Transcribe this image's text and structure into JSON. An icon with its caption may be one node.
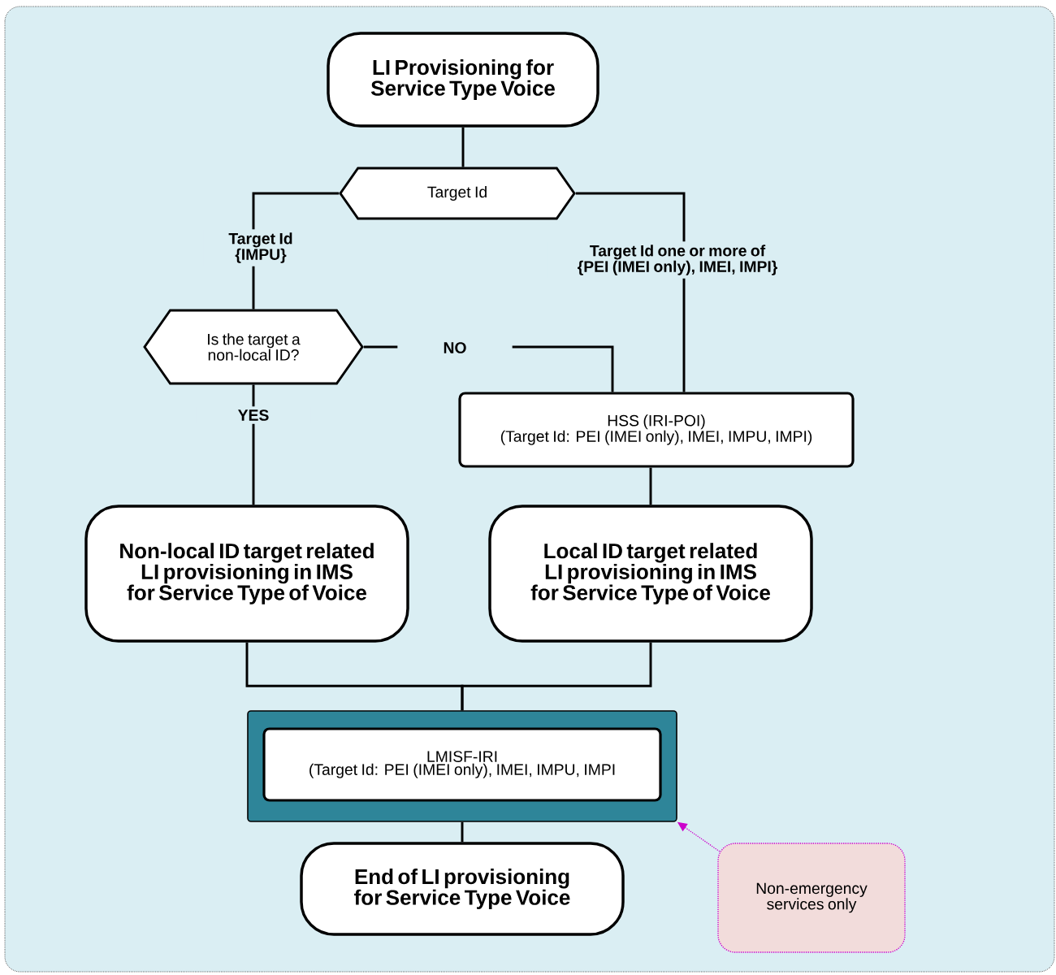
{
  "diagram": {
    "nodes": [
      {
        "text": [
          "LI Provisioning for Service Type Voice"
        ]
      },
      {
        "text": [
          "Target Id"
        ]
      },
      {
        "text": [
          "Is the target a non-local ID?"
        ]
      },
      {
        "text": [
          "HSS (IRI-POI)",
          "(Target Id:  PEI (IMEI only), IMEI, IMPU, IMPI)"
        ]
      },
      {
        "text": [
          "Non-local ID target  related LI provisioning in IMS for Service Type of Voice"
        ]
      },
      {
        "text": [
          "Local ID target  related LI provisioning in IMS for Service Type of Voice"
        ]
      },
      {
        "text": [],
        "shape": "box"
      },
      {
        "text": [
          "LMISF-IRI",
          "(Target Id: PEI (IMEI only), IMEI, IMPU, IMPI"
        ],
        "in": 6
      },
      {
        "text": [
          "End of LI provisioning for Service Type Voice"
        ]
      },
      {
        "text": [
          "Non-emergency services only"
        ]
      }
    ],
    "edges": [
      {
        "from": 0,
        "to": 1,
        "arrow": "none"
      },
      {
        "from": 1,
        "to": 2,
        "arrow": "none",
        "label": "Target Id {IMPU}"
      },
      {
        "from": 1,
        "to": 3,
        "arrow": "none",
        "label": "Target Id one or more of {PEI (IMEI only), IMEI, IMPI}"
      },
      {
        "from": 2,
        "to": 3,
        "arrow": "none",
        "label": "NO"
      },
      {
        "from": 2,
        "to": 4,
        "arrow": "none",
        "label": "YES"
      },
      {
        "from": 3,
        "to": 5,
        "arrow": "none"
      },
      {
        "from": 4,
        "to": 6,
        "arrow": "none"
      },
      {
        "from": 5,
        "to": 6,
        "arrow": "none"
      },
      {
        "from": 6,
        "to": 8,
        "arrow": "none"
      },
      {
        "from": 9,
        "to": 6,
        "arrow": "to",
        "style": "dashed",
        "color": "#cc00cc"
      }
    ]
  }
}
